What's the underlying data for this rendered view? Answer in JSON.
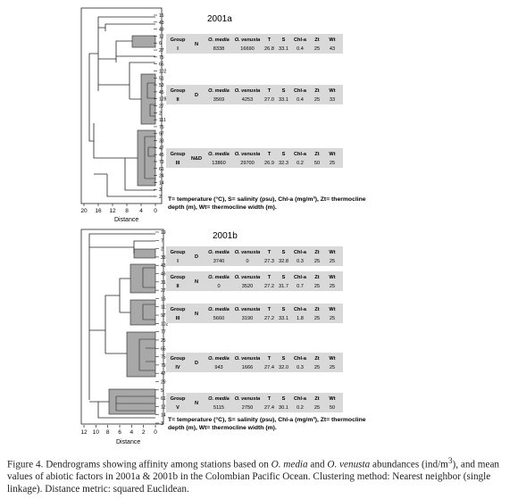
{
  "panels": [
    {
      "title": "2001a",
      "leaves": [
        "16",
        "43",
        "49",
        "12",
        "6",
        "27",
        "75",
        "65",
        "102",
        "51",
        "53",
        "45",
        "128",
        "27",
        "2",
        "111",
        "75",
        "97",
        "33",
        "47",
        "45",
        "73",
        "61",
        "24",
        "14",
        "3",
        "2"
      ],
      "axis": {
        "label": "Distance",
        "ticks": [
          "20",
          "16",
          "12",
          "8",
          "4",
          "0"
        ]
      },
      "groups": [
        {
          "header": [
            "Group",
            "N",
            "O. media",
            "O. venusta",
            "T",
            "S",
            "Chl-a",
            "Zt",
            "Wt"
          ],
          "values": [
            "I",
            "",
            "8338",
            "16690",
            "26.8",
            "33.1",
            "0.4",
            "25",
            "43"
          ]
        },
        {
          "header": [
            "Group",
            "D",
            "O. media",
            "O. venusta",
            "T",
            "S",
            "Chl-a",
            "Zt",
            "Wt"
          ],
          "values": [
            "II",
            "",
            "3569",
            "4253",
            "27.0",
            "33.1",
            "0.4",
            "25",
            "33"
          ]
        },
        {
          "header": [
            "Group",
            "N&D",
            "O. media",
            "O. venusta",
            "T",
            "S",
            "Chl-a",
            "Zt",
            "Wt"
          ],
          "values": [
            "III",
            "",
            "13860",
            "29700",
            "26.9",
            "32.3",
            "0.2",
            "50",
            "25"
          ]
        }
      ],
      "note": "T= temperature (°C), S= salinity (psu), Chl-a (mg/m³), Zt= thermocline depth (m), Wt= thermocline width (m)."
    },
    {
      "title": "2001b",
      "leaves": [
        "19",
        "7",
        "2",
        "33",
        "43",
        "49",
        "31",
        "27",
        "16",
        "111",
        "97",
        "102",
        "77",
        "25",
        "65",
        "75",
        "79",
        "47",
        "29",
        "5",
        "61",
        "12",
        "14",
        "3"
      ],
      "axis": {
        "label": "Distance",
        "ticks": [
          "12",
          "10",
          "8",
          "6",
          "4",
          "2",
          "0"
        ]
      },
      "groups": [
        {
          "header": [
            "Group",
            "D",
            "O. media",
            "O. venusta",
            "T",
            "S",
            "Chl-a",
            "Zt",
            "Wt"
          ],
          "values": [
            "I",
            "",
            "3740",
            "0",
            "27.3",
            "32.8",
            "0.3",
            "25",
            "25"
          ]
        },
        {
          "header": [
            "Group",
            "N",
            "O. media",
            "O. venusta",
            "T",
            "S",
            "Chl-a",
            "Zt",
            "Wt"
          ],
          "values": [
            "II",
            "",
            "0",
            "3520",
            "27.2",
            "31.7",
            "0.7",
            "25",
            "25"
          ]
        },
        {
          "header": [
            "Group",
            "N",
            "O. media",
            "O. venusta",
            "T",
            "S",
            "Chl-a",
            "Zt",
            "Wt"
          ],
          "values": [
            "III",
            "",
            "5660",
            "3190",
            "27.2",
            "33.1",
            "1.8",
            "25",
            "25"
          ]
        },
        {
          "header": [
            "Group",
            "D",
            "O. media",
            "O. venusta",
            "T",
            "S",
            "Chl-a",
            "Zt",
            "Wt"
          ],
          "values": [
            "IV",
            "",
            "943",
            "1666",
            "27.4",
            "32.0",
            "0.3",
            "25",
            "25"
          ]
        },
        {
          "header": [
            "Group",
            "N",
            "O. media",
            "O. venusta",
            "T",
            "S",
            "Chl-a",
            "Zt",
            "Wt"
          ],
          "values": [
            "V",
            "",
            "5115",
            "2750",
            "27.4",
            "30.1",
            "0.2",
            "25",
            "50"
          ]
        }
      ],
      "note": "T= temperature (°C), S= salinity (psu), Chl-a (mg/m³), Zt= thermocline depth (m), Wt= thermocline width (m)."
    }
  ],
  "caption": {
    "p1": "Figure 4. Dendrograms showing affinity among stations based on ",
    "sp1": "O. media",
    "p2": " and ",
    "sp2": "O. venusta",
    "p3": " abundances (ind/m",
    "sup": "3",
    "p4": "), and mean values of abiotic factors in 2001a & 2001b in the Colombian Pacific Ocean. Clustering method: Nearest neighbor (single linkage). Distance metric: squared Euclidean."
  },
  "colors": {
    "line": "#222222",
    "fill": "#a8a8a8",
    "table": "#d9d9d9"
  }
}
